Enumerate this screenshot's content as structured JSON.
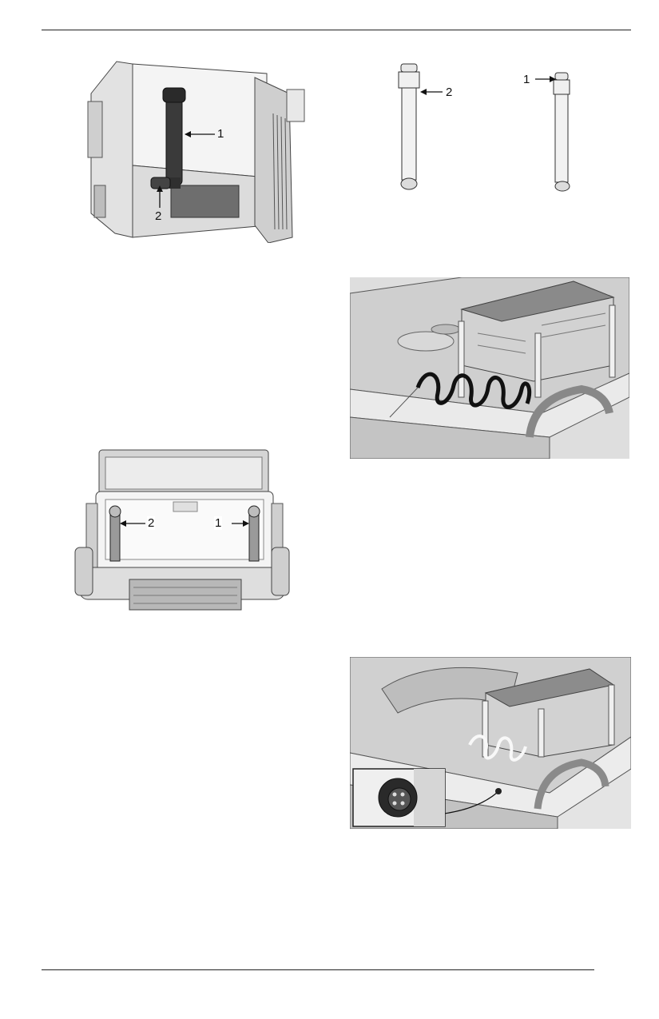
{
  "figures": {
    "ignition_pipe": {
      "callouts": [
        "1",
        "2"
      ]
    },
    "pipe_parts": {
      "callouts": [
        "2",
        "1"
      ]
    },
    "cable_routing": {
      "callouts": []
    },
    "box_interior": {
      "callouts": [
        "2",
        "1"
      ]
    },
    "connector_location": {
      "callouts": []
    }
  }
}
